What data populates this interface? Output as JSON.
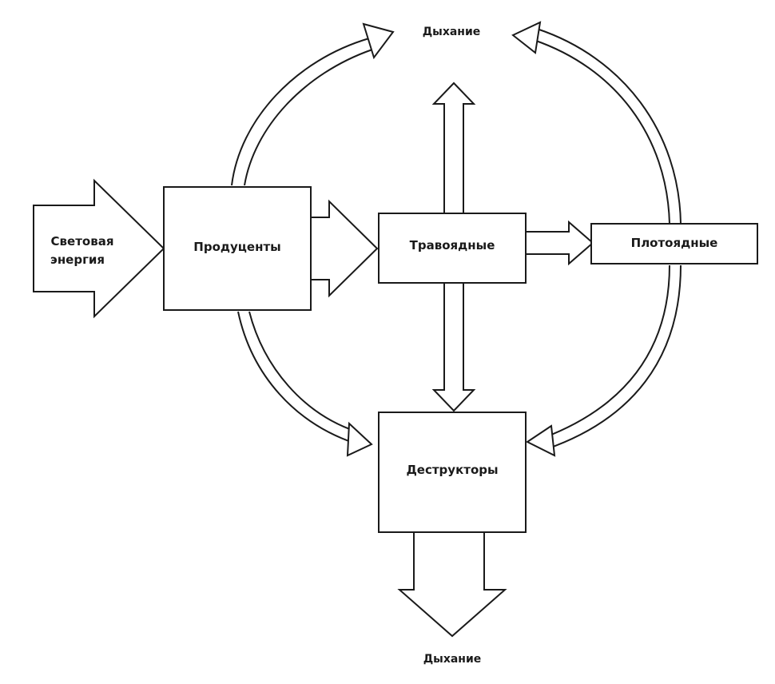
{
  "nodes": {
    "light_energy": {
      "line1": "Световая",
      "line2": "энергия"
    },
    "producers": "Продуценты",
    "herbivores": "Травоядные",
    "carnivores": "Плотоядные",
    "decomposers": "Деструкторы"
  },
  "labels": {
    "respiration_top": "Дыхание",
    "respiration_bottom": "Дыхание"
  }
}
